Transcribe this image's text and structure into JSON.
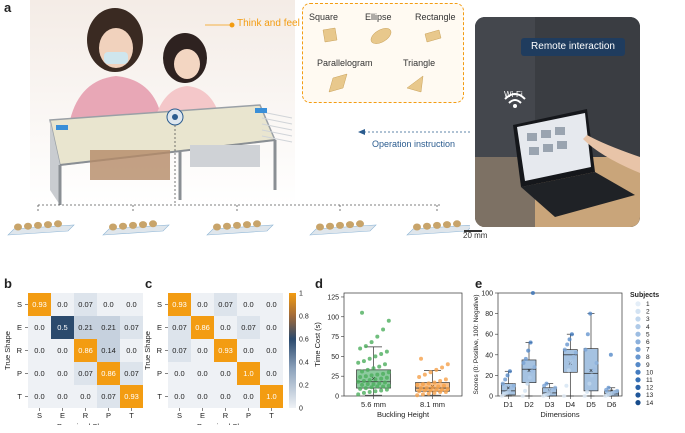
{
  "panel_labels": {
    "a": "a",
    "b": "b",
    "c": "c",
    "d": "d",
    "e": "e"
  },
  "panel_a": {
    "think_feel": "Think and feel",
    "shapes": [
      "Square",
      "Ellipse",
      "Rectangle",
      "Parallelogram",
      "Triangle"
    ],
    "remote": "Remote interaction",
    "wifi": "Wi-Fi",
    "operation": "Operation instruction",
    "scale": "20 mm"
  },
  "colors": {
    "orange": "#f39c12",
    "blue": "#2b5c8f",
    "box_green": "#2e9e4f",
    "box_orange": "#f28c28",
    "box_blue": "#5b8fc9"
  },
  "chart_data": [
    {
      "type": "heatmap",
      "panel": "b",
      "xlabel": "Perceived Shape",
      "ylabel": "True Shape",
      "categories": [
        "S",
        "E",
        "R",
        "P",
        "T"
      ],
      "values": [
        [
          0.93,
          0.0,
          0.07,
          0.0,
          0.0
        ],
        [
          0.0,
          0.5,
          0.21,
          0.21,
          0.07
        ],
        [
          0.0,
          0.0,
          0.86,
          0.14,
          0.0
        ],
        [
          0.0,
          0.0,
          0.07,
          0.86,
          0.07
        ],
        [
          0.0,
          0.0,
          0.0,
          0.07,
          0.93
        ]
      ],
      "labels": [
        [
          "0.93",
          "0.0",
          "0.07",
          "0.0",
          "0.0"
        ],
        [
          "0.0",
          "0.5",
          "0.21",
          "0.21",
          "0.07"
        ],
        [
          "0.0",
          "0.0",
          "0.86",
          "0.14",
          "0.0"
        ],
        [
          "0.0",
          "0.0",
          "0.07",
          "0.86",
          "0.07"
        ],
        [
          "0.0",
          "0.0",
          "0.0",
          "0.07",
          "0.93"
        ]
      ]
    },
    {
      "type": "heatmap",
      "panel": "c",
      "xlabel": "Perceived Shape",
      "ylabel": "True Shape",
      "categories": [
        "S",
        "E",
        "R",
        "P",
        "T"
      ],
      "values": [
        [
          0.93,
          0.0,
          0.07,
          0.0,
          0.0
        ],
        [
          0.07,
          0.86,
          0.0,
          0.07,
          0.0
        ],
        [
          0.07,
          0.0,
          0.93,
          0.0,
          0.0
        ],
        [
          0.0,
          0.0,
          0.0,
          1.0,
          0.0
        ],
        [
          0.0,
          0.0,
          0.0,
          0.0,
          1.0
        ]
      ],
      "labels": [
        [
          "0.93",
          "0.0",
          "0.07",
          "0.0",
          "0.0"
        ],
        [
          "0.07",
          "0.86",
          "0.0",
          "0.07",
          "0.0"
        ],
        [
          "0.07",
          "0.0",
          "0.93",
          "0.0",
          "0.0"
        ],
        [
          "0.0",
          "0.0",
          "0.0",
          "1.0",
          "0.0"
        ],
        [
          "0.0",
          "0.0",
          "0.0",
          "0.0",
          "1.0"
        ]
      ],
      "colorbar": {
        "ticks": [
          "0",
          "0.2",
          "0.4",
          "0.6",
          "0.8",
          "1"
        ],
        "range": [
          0,
          1
        ]
      }
    },
    {
      "type": "box",
      "panel": "d",
      "xlabel": "Buckling Height",
      "ylabel": "Time Cost (s)",
      "categories": [
        "5.6 mm",
        "8.1 mm"
      ],
      "ylim": [
        0,
        130
      ],
      "yticks": [
        "0",
        "25",
        "50",
        "75",
        "100",
        "125"
      ],
      "boxes": [
        {
          "q1": 10,
          "median": 18,
          "q3": 33,
          "whislo": 1,
          "whishi": 62,
          "mean": 22
        },
        {
          "q1": 6,
          "median": 10,
          "q3": 17,
          "whislo": 1,
          "whishi": 32,
          "mean": 12
        }
      ],
      "points": [
        [
          2,
          4,
          5,
          6,
          7,
          8,
          9,
          10,
          11,
          12,
          12,
          13,
          14,
          15,
          15,
          16,
          17,
          18,
          19,
          20,
          21,
          22,
          23,
          24,
          25,
          26,
          27,
          28,
          30,
          31,
          33,
          35,
          37,
          40,
          42,
          44,
          47,
          50,
          53,
          56,
          60,
          63,
          68,
          75,
          84,
          95,
          105
        ],
        [
          1,
          2,
          3,
          4,
          5,
          5,
          6,
          7,
          7,
          8,
          8,
          9,
          10,
          10,
          11,
          12,
          13,
          14,
          15,
          16,
          17,
          19,
          21,
          24,
          27,
          30,
          33,
          36,
          40,
          47
        ]
      ]
    },
    {
      "type": "box",
      "panel": "e",
      "xlabel": "Dimensions",
      "ylabel": "Scores (0: Positive, 100: Negative)",
      "categories": [
        "D1",
        "D2",
        "D3",
        "D4",
        "D5",
        "D6"
      ],
      "ylim": [
        0,
        100
      ],
      "yticks": [
        "0",
        "20",
        "40",
        "60",
        "80",
        "100"
      ],
      "boxes": [
        {
          "q1": 1,
          "median": 5,
          "q3": 12,
          "whislo": 0,
          "whishi": 24,
          "mean": 8
        },
        {
          "q1": 13,
          "median": 26,
          "q3": 35,
          "whislo": 0,
          "whishi": 52,
          "mean": 25
        },
        {
          "q1": 0,
          "median": 3,
          "q3": 8,
          "whislo": 0,
          "whishi": 12,
          "mean": 5
        },
        {
          "q1": 23,
          "median": 40,
          "q3": 45,
          "whislo": 0,
          "whishi": 60,
          "mean": 32
        },
        {
          "q1": 5,
          "median": 22,
          "q3": 46,
          "whislo": 0,
          "whishi": 80,
          "mean": 25
        },
        {
          "q1": 0,
          "median": 2,
          "q3": 5,
          "whislo": 0,
          "whishi": 8,
          "mean": 5
        }
      ],
      "points": [
        [
          0,
          2,
          3,
          5,
          8,
          10,
          12,
          16,
          20,
          24
        ],
        [
          0,
          5,
          12,
          18,
          24,
          28,
          32,
          36,
          44,
          52,
          100
        ],
        [
          0,
          1,
          2,
          4,
          6,
          8,
          10,
          12
        ],
        [
          0,
          10,
          25,
          33,
          38,
          42,
          45,
          50,
          55,
          60
        ],
        [
          0,
          4,
          12,
          20,
          26,
          32,
          45,
          60,
          80
        ],
        [
          0,
          1,
          2,
          3,
          4,
          5,
          6,
          8,
          40
        ]
      ],
      "legend": {
        "title": "Subjects",
        "entries": [
          "1",
          "2",
          "3",
          "4",
          "5",
          "6",
          "7",
          "8",
          "9",
          "10",
          "11",
          "12",
          "13",
          "14"
        ]
      }
    }
  ]
}
